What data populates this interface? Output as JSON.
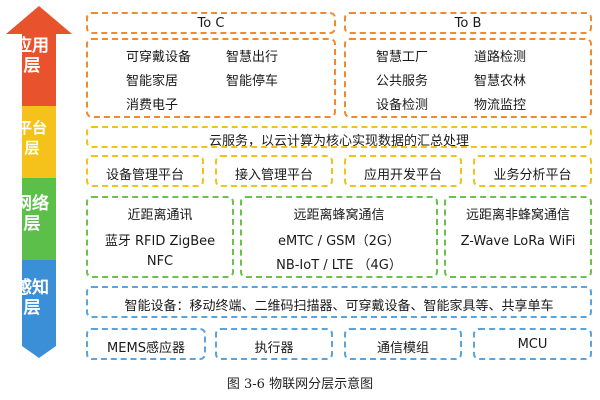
{
  "layers": {
    "application": "应用层",
    "platform": "平台层",
    "network": "网络层",
    "perception": "感知层"
  },
  "to_c": {
    "title": "To C",
    "items": [
      "可穿戴设备",
      "智慧出行",
      "智能家居",
      "智能停车",
      "消费电子"
    ]
  },
  "to_b": {
    "title": "To B",
    "items": [
      "智慧工厂",
      "道路检测",
      "公共服务",
      "智慧农林",
      "设备检测",
      "物流监控"
    ]
  },
  "cloud": "云服务，以云计算为核心实现数据的汇总处理",
  "platforms": [
    "设备管理平台",
    "接入管理平台",
    "应用开发平台",
    "业务分析平台"
  ],
  "short_range": {
    "title": "近距离通讯",
    "line1": "蓝牙 RFID ZigBee",
    "line2": "NFC"
  },
  "cellular": {
    "title": "远距离蜂窝通信",
    "line1": "eMTC / GSM（2G）",
    "line2": "NB-IoT / LTE （4G）"
  },
  "non_cellular": {
    "title": "远距离非蜂窝通信",
    "line1": "Z-Wave LoRa WiFi"
  },
  "devices": "智能设备：移动终端、二维码扫描器、可穿戴设备、智能家具等、共享单车",
  "modules": [
    "MEMS感应器",
    "执行器",
    "通信模组",
    "MCU"
  ],
  "caption": "图 3-6  物联网分层示意图",
  "colors": {
    "application": "#e8522c",
    "platform": "#f5c21b",
    "network": "#5cbf4a",
    "perception": "#3a8fd6"
  }
}
